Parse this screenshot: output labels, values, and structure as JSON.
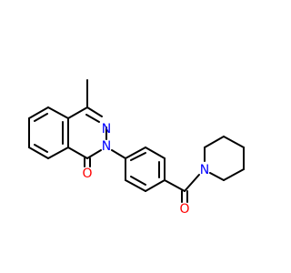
{
  "molecule": {
    "atoms": {
      "n_upper": "N",
      "n_lower": "N",
      "o_carbonyl_ring": "O",
      "n_piperidine": "N",
      "o_amide": "O"
    },
    "colors": {
      "bond": "#000000",
      "nitrogen": "#0000ff",
      "oxygen": "#ff0000",
      "background": "#ffffff"
    }
  }
}
